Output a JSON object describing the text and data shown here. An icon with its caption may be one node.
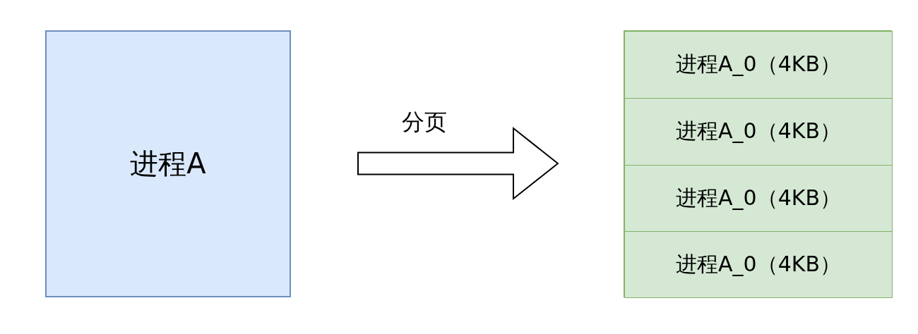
{
  "diagram": {
    "nodes": [
      {
        "text": [
          "进程A"
        ]
      },
      {
        "text": [],
        "shape": "box"
      },
      {
        "text": [
          "进程A_0（4KB）"
        ],
        "in": 1
      },
      {
        "text": [
          "进程A_0（4KB）"
        ],
        "in": 1
      },
      {
        "text": [
          "进程A_0（4KB）"
        ],
        "in": 1
      },
      {
        "text": [
          "进程A_0（4KB）"
        ],
        "in": 1
      }
    ],
    "edges": [
      {
        "from": 0,
        "to": 1,
        "arrow": "to",
        "label": "分页",
        "style": "thick"
      }
    ]
  }
}
